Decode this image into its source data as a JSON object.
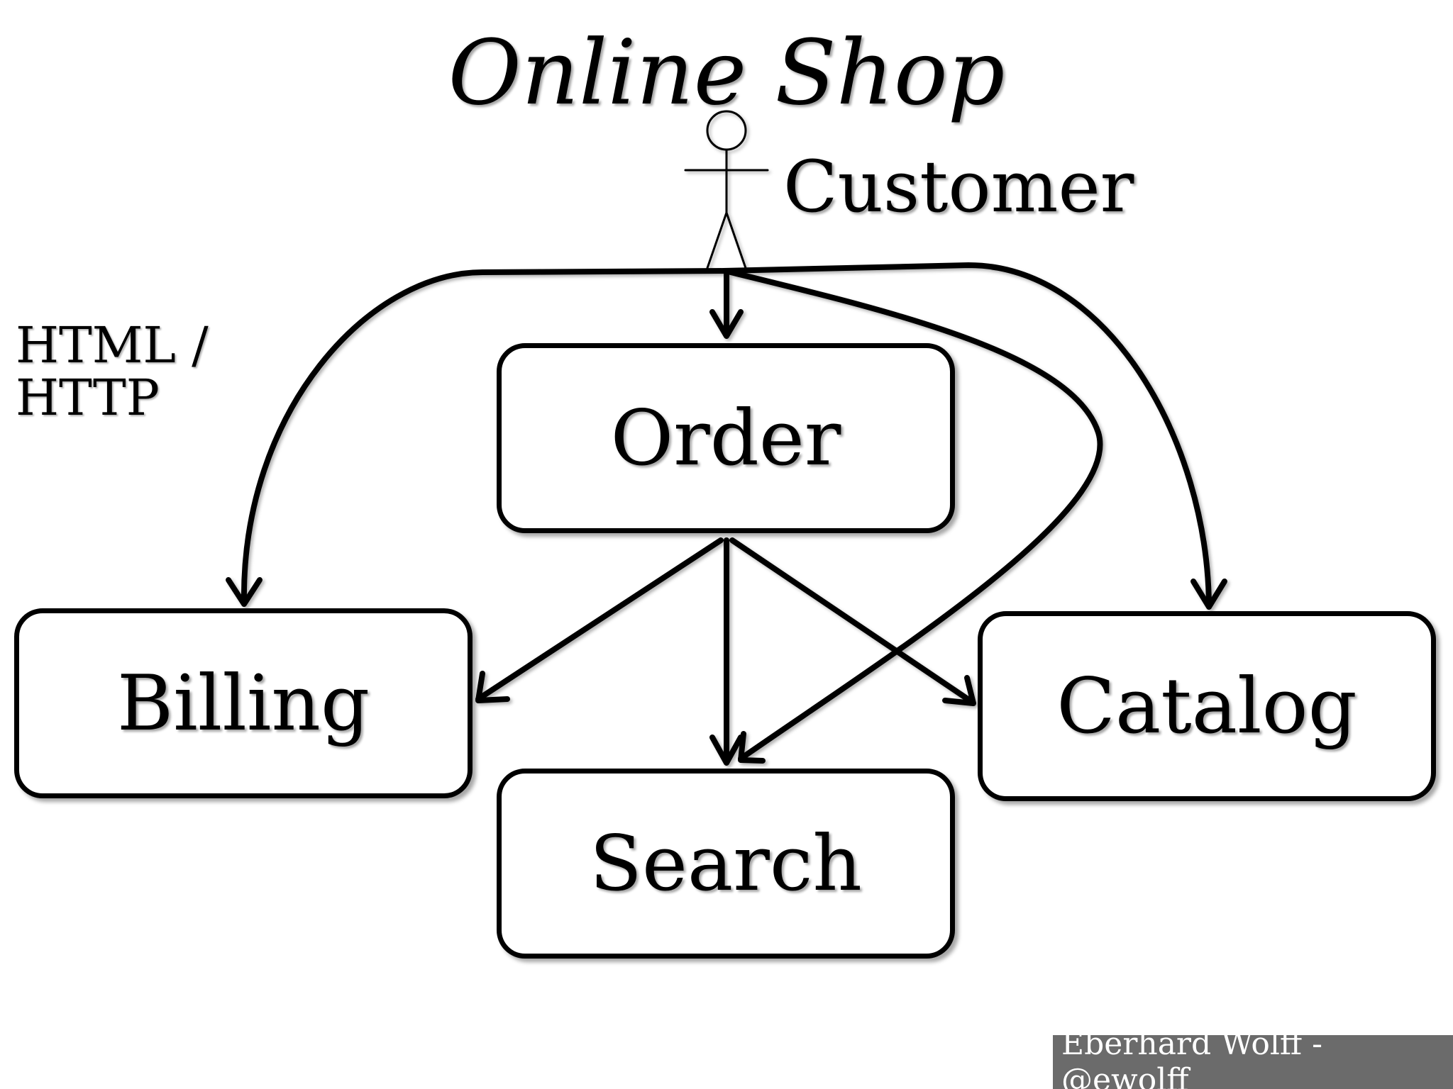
{
  "title": "Online Shop",
  "actor": {
    "label": "Customer",
    "icon": "stick-figure-icon"
  },
  "protocol_label": {
    "line1": "HTML /",
    "line2": "HTTP"
  },
  "services": {
    "order": "Order",
    "billing": "Billing",
    "search": "Search",
    "catalog": "Catalog"
  },
  "connections": [
    {
      "from": "Customer",
      "to": "Order"
    },
    {
      "from": "Customer",
      "to": "Billing"
    },
    {
      "from": "Customer",
      "to": "Search"
    },
    {
      "from": "Customer",
      "to": "Catalog"
    },
    {
      "from": "Order",
      "to": "Billing"
    },
    {
      "from": "Order",
      "to": "Search"
    },
    {
      "from": "Order",
      "to": "Catalog"
    }
  ],
  "footer": "Eberhard Wolff - @ewolff",
  "colors": {
    "stroke": "#000000",
    "background": "#ffffff",
    "footer_bg": "#6b6b6b",
    "footer_text": "#ffffff"
  }
}
